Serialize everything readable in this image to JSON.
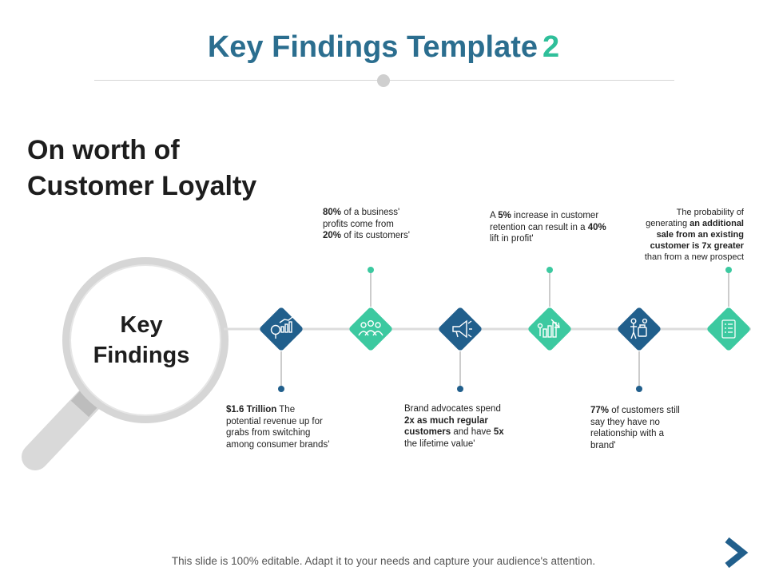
{
  "title": {
    "main": "Key Findings Template",
    "number": "2"
  },
  "heading": {
    "line1": "On worth of",
    "line2": "Customer Loyalty"
  },
  "magnifier": {
    "line1": "Key",
    "line2": "Findings"
  },
  "colors": {
    "dark": "#215f8c",
    "teal": "#3cc9a0",
    "title": "#2b6e8f",
    "line": "#dcdcdc",
    "lens": "#cfcfcf"
  },
  "steps": [
    {
      "icon": "money-bag-chart-icon",
      "color": "dark"
    },
    {
      "icon": "group-people-icon",
      "color": "teal"
    },
    {
      "icon": "megaphone-icon",
      "color": "dark"
    },
    {
      "icon": "growth-chart-people-icon",
      "color": "teal"
    },
    {
      "icon": "customer-shopping-icon",
      "color": "dark"
    },
    {
      "icon": "checklist-document-icon",
      "color": "teal"
    }
  ],
  "notes": {
    "n1": {
      "a": "$1.6 Trillion",
      "b": " The",
      "c": "potential revenue up for",
      "d": "grabs from switching",
      "e": "among consumer brands'"
    },
    "n2": {
      "a": "80%",
      "b": " of a business'",
      "c": "profits come from",
      "d": "20%",
      "e": " of its customers'"
    },
    "n3": {
      "a": "Brand advocates spend",
      "b": "2x as much regular",
      "c": "customers",
      "d": " and have ",
      "e": "5x",
      "f": "the lifetime value'"
    },
    "n4": {
      "a": "A ",
      "b": "5%",
      "c": " increase in customer",
      "d": "retention can result in a ",
      "e": "40%",
      "f": "lift in profit'"
    },
    "n5": {
      "a": "77%",
      "b": " of customers still",
      "c": "say they have no",
      "d": "relationship with a",
      "e": "brand'"
    },
    "n6": {
      "a": "The probability of",
      "b": "generating ",
      "c": "an additional",
      "d": "sale from an existing",
      "e": "customer is 7x greater",
      "f": "than from a new prospect"
    }
  },
  "footer": "This slide is 100% editable. Adapt it to your needs and capture your audience's attention."
}
